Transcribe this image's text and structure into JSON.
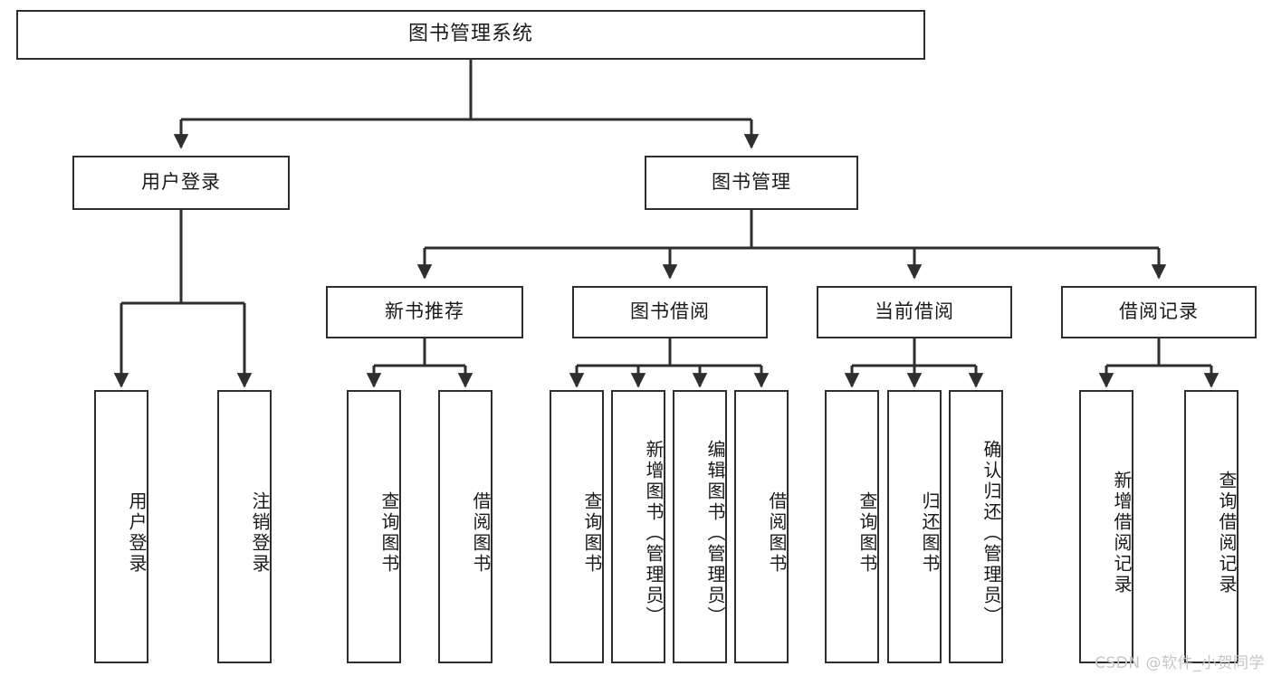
{
  "diagram": {
    "type": "tree",
    "title": "图书管理系统",
    "orientation": "top-down",
    "edge_color": "#2e2e2e",
    "box_border_color": "#2e2e2e",
    "background_color": "#ffffff",
    "text_color": "#1a1a1a"
  },
  "root": {
    "label": "图书管理系统"
  },
  "level2": [
    {
      "label": "用户登录"
    },
    {
      "label": "图书管理"
    }
  ],
  "level3": [
    {
      "label": "新书推荐"
    },
    {
      "label": "图书借阅"
    },
    {
      "label": "当前借阅"
    },
    {
      "label": "借阅记录"
    }
  ],
  "leaves": {
    "user_login": [
      {
        "label": "用户登录"
      },
      {
        "label": "注销登录"
      }
    ],
    "new_book": [
      {
        "label": "查询图书"
      },
      {
        "label": "借阅图书"
      }
    ],
    "book_borrow": [
      {
        "label": "查询图书"
      },
      {
        "label": "新增图书（管理员）"
      },
      {
        "label": "编辑图书（管理员）"
      },
      {
        "label": "借阅图书"
      }
    ],
    "current_borrow": [
      {
        "label": "查询图书"
      },
      {
        "label": "归还图书"
      },
      {
        "label": "确认归还（管理员）"
      }
    ],
    "borrow_record": [
      {
        "label": "新增借阅记录"
      },
      {
        "label": "查询借阅记录"
      }
    ]
  },
  "watermark": {
    "text": "CSDN @软件_小贺同学",
    "color": "#c6c6c6"
  }
}
